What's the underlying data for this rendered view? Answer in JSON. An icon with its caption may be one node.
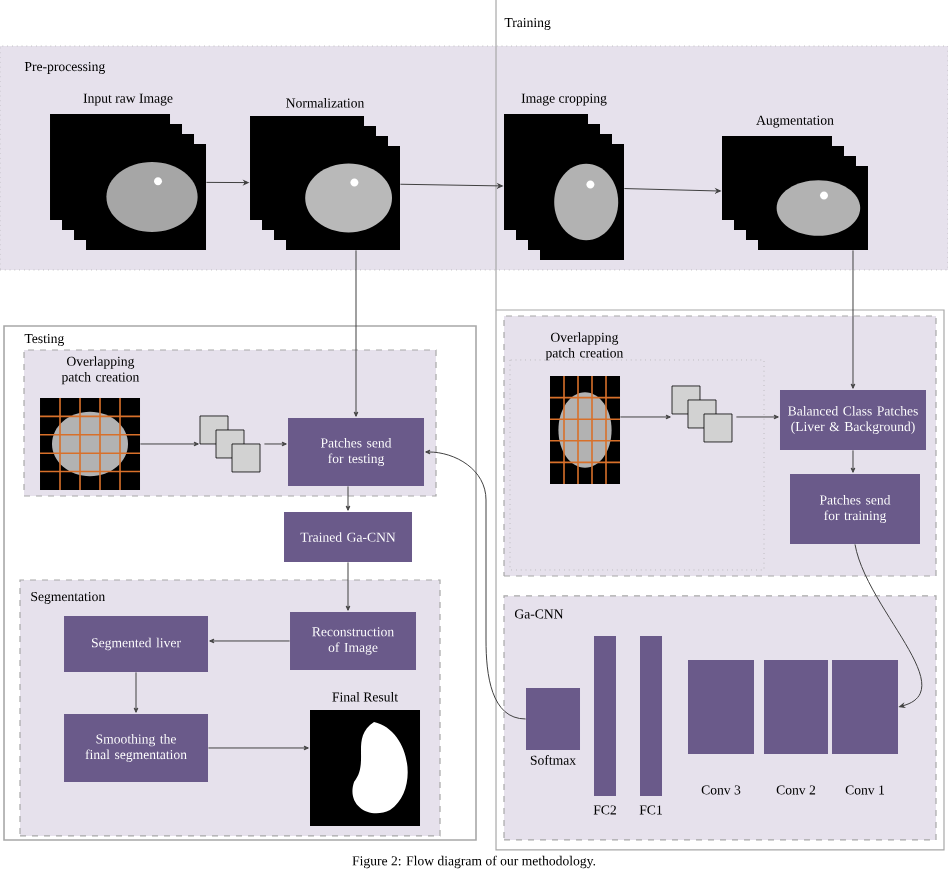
{
  "diagram": {
    "caption": "Figure 2: Flow diagram of our methodology.",
    "nodes": [
      {
        "text": [
          "Pre-processing"
        ]
      },
      {
        "text": [
          "Input raw Image"
        ],
        "in": 0
      },
      {
        "text": [
          "Normalization"
        ],
        "in": 0
      },
      {
        "text": [
          "Training"
        ]
      },
      {
        "text": [
          "Image cropping"
        ],
        "in": 0
      },
      {
        "text": [
          "Augmentation"
        ],
        "in": 0
      },
      {
        "text": [
          "Testing"
        ]
      },
      {
        "text": [
          "Overlapping patch creation"
        ],
        "in": 6
      },
      {
        "text": [],
        "shape": "picture",
        "in": 7
      },
      {
        "text": [],
        "shape": "picture",
        "in": 7
      },
      {
        "text": [
          "Patches send for testing"
        ],
        "in": 7
      },
      {
        "text": [
          "Trained Ga-CNN"
        ],
        "in": 6
      },
      {
        "text": [
          "Segmentation"
        ],
        "in": 6
      },
      {
        "text": [
          "Reconstruction of Image"
        ],
        "in": 12
      },
      {
        "text": [
          "Segmented liver"
        ],
        "in": 12
      },
      {
        "text": [
          "Smoothing the final segmentation"
        ],
        "in": 12
      },
      {
        "text": [
          "Final Result"
        ],
        "in": 12
      },
      {
        "text": [
          "Overlapping patch creation"
        ],
        "in": 3
      },
      {
        "text": [],
        "shape": "picture",
        "in": 17
      },
      {
        "text": [],
        "shape": "picture",
        "in": 17
      },
      {
        "text": [
          "Balanced Class Patches (Liver & Background)"
        ],
        "in": 17
      },
      {
        "text": [
          "Patches send for training"
        ],
        "in": 17
      },
      {
        "text": [
          "Ga-CNN"
        ],
        "in": 3
      },
      {
        "text": [
          "Softmax"
        ],
        "in": 22
      },
      {
        "text": [
          "FC2"
        ],
        "in": 22
      },
      {
        "text": [
          "FC1"
        ],
        "in": 22
      },
      {
        "text": [
          "Conv 3"
        ],
        "in": 22
      },
      {
        "text": [
          "Conv 2"
        ],
        "in": 22
      },
      {
        "text": [
          "Conv 1"
        ],
        "in": 22
      }
    ],
    "edges": [
      {
        "from": 1,
        "to": 2,
        "arrow": "to"
      },
      {
        "from": 2,
        "to": 4,
        "arrow": "to"
      },
      {
        "from": 4,
        "to": 5,
        "arrow": "to"
      },
      {
        "from": 2,
        "to": 10,
        "arrow": "to"
      },
      {
        "from": 5,
        "to": 20,
        "arrow": "to"
      },
      {
        "from": 8,
        "to": 9,
        "arrow": "to"
      },
      {
        "from": 9,
        "to": 10,
        "arrow": "to"
      },
      {
        "from": 10,
        "to": 11,
        "arrow": "to"
      },
      {
        "from": 11,
        "to": 13,
        "arrow": "to"
      },
      {
        "from": 13,
        "to": 14,
        "arrow": "to"
      },
      {
        "from": 14,
        "to": 15,
        "arrow": "to"
      },
      {
        "from": 15,
        "to": 16,
        "arrow": "to"
      },
      {
        "from": 18,
        "to": 19,
        "arrow": "to"
      },
      {
        "from": 19,
        "to": 20,
        "arrow": "to"
      },
      {
        "from": 20,
        "to": 21,
        "arrow": "to"
      },
      {
        "from": 21,
        "to": 28,
        "arrow": "to"
      },
      {
        "from": 23,
        "to": 10,
        "arrow": "to"
      }
    ]
  }
}
